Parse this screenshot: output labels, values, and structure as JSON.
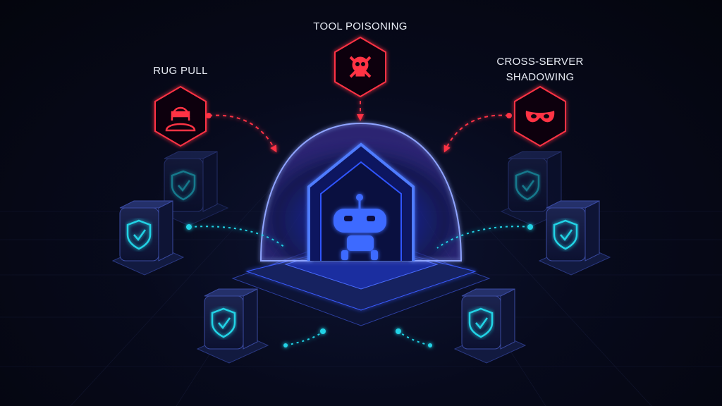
{
  "threats": [
    {
      "label": "RUG PULL",
      "icon": "hooded-hacker-icon"
    },
    {
      "label": "TOOL POISONING",
      "icon": "skull-crossbones-icon"
    },
    {
      "label_line1": "CROSS-SERVER",
      "label_line2": "SHADOWING",
      "icon": "mask-icon"
    }
  ],
  "colors": {
    "threat": "#ff3344",
    "shield": "#22d3e6",
    "dome": "#3b5bff",
    "background": "#05060f"
  }
}
